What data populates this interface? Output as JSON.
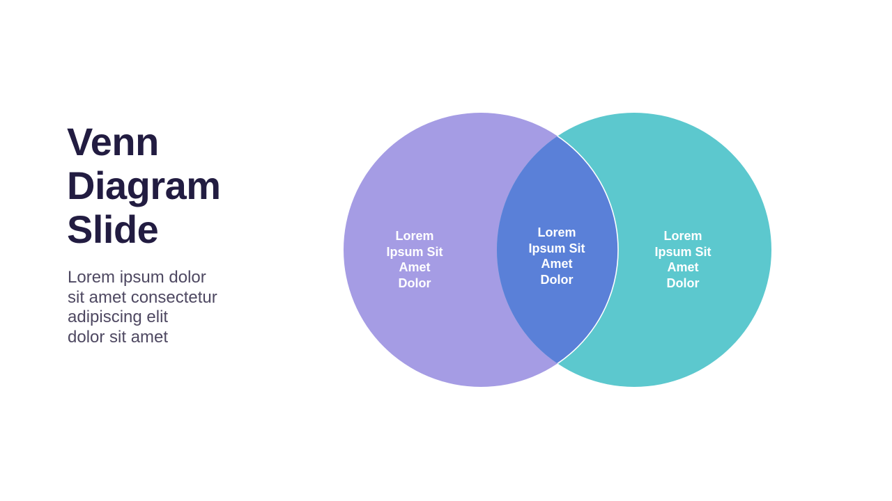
{
  "slide": {
    "title": "Venn\nDiagram\nSlide",
    "subtitle": "Lorem ipsum dolor\nsit amet consectetur\nadipiscing elit\ndolor sit amet"
  },
  "venn": {
    "left": {
      "label": "Lorem\nIpsum Sit\nAmet\nDolor",
      "color": "#A59CE4"
    },
    "overlap": {
      "label": "Lorem\nIpsum Sit\nAmet\nDolor",
      "color": "#5A80D8"
    },
    "right": {
      "label": "Lorem\nIpsum Sit\nAmet\nDolor",
      "color": "#5CC8CE"
    }
  },
  "colors": {
    "background": "#FFFFFF",
    "title_text": "#221C41",
    "subtitle_text": "#4E4861",
    "label_text": "#FFFFFF",
    "overlap_outline": "#FFFFFF"
  }
}
